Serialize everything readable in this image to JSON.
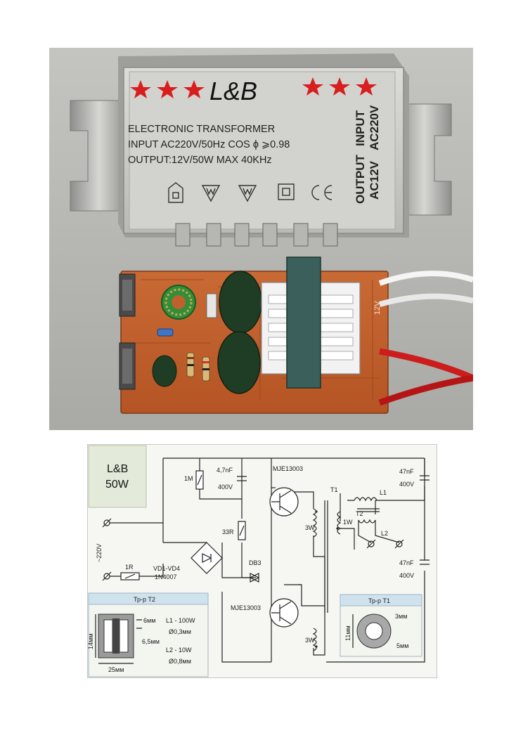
{
  "photo": {
    "brand": "L&B",
    "line1": "ELECTRONIC TRANSFORMER",
    "line2": "INPUT AC220V/50Hz   COS ϕ ⩾0.98",
    "line3": "OUTPUT:12V/50W MAX  40KHz",
    "side_input": "INPUT",
    "side_input_v": "AC220V",
    "side_output": "OUTPUT",
    "side_output_v": "AC12V",
    "board_mark_12v": "12V",
    "colors": {
      "case": "#c9c9c5",
      "board": "#c0602c",
      "stars": "#d81e1e",
      "background": "#b5b5b1"
    }
  },
  "schematic": {
    "title": "L&B",
    "subtitle": "50W",
    "labels": {
      "r1": "1M",
      "c1a": "4,7nF",
      "c1b": "400V",
      "q1": "MJE13003",
      "q2": "MJE13003",
      "t1": "T1",
      "t2": "T2",
      "l1": "L1",
      "l2": "L2",
      "c2a": "47nF",
      "c2b": "400V",
      "c3a": "47nF",
      "c3b": "400V",
      "r2": "33R",
      "db": "DB3",
      "w3a": "3W",
      "w3b": "3W",
      "w1": "1W",
      "mains": "~220V",
      "r3": "1R",
      "vd": "VD1-VD4",
      "vd_type": "1N4007"
    },
    "inset_t2": {
      "title": "Тр-р Т2",
      "dim_a": "6мм",
      "dim_b": "6,5мм",
      "dim_h": "14мм",
      "dim_w": "25мм",
      "spec1": "L1 - 100W",
      "spec2": "Ø0,3мм",
      "spec3": "L2 - 10W",
      "spec4": "Ø0,8мм"
    },
    "inset_t1": {
      "title": "Тр-р Т1",
      "dim_a": "3мм",
      "dim_b": "5мм",
      "dim_h": "11мм"
    }
  }
}
